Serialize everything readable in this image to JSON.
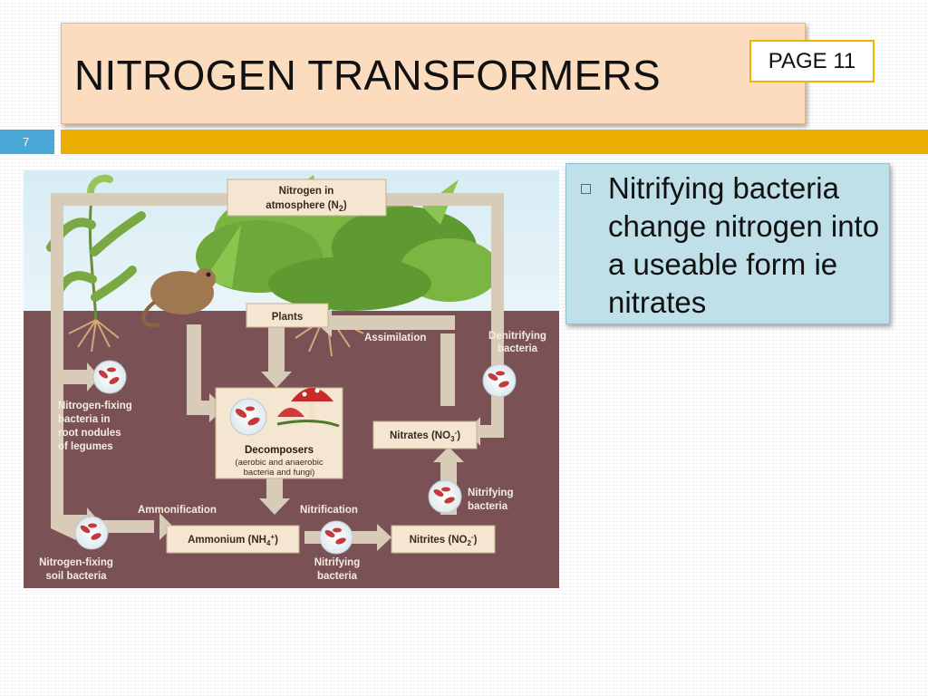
{
  "slide": {
    "title": "NITROGEN TRANSFORMERS",
    "page_badge": "PAGE 11",
    "slide_number": "7",
    "colors": {
      "title_bg": "#fcdcbf",
      "accent_bar": "#ebad00",
      "number_box": "#4aa8d6",
      "text_box_bg": "#bfdfe9",
      "soil": "#7a5256",
      "label_box": "#f4e6d0",
      "arrow": "#d8cbb8"
    }
  },
  "diagram": {
    "labels": {
      "n2_line1": "Nitrogen in",
      "n2_line2_prefix": "atmosphere (N",
      "n2_sub": "2",
      "n2_suffix": ")",
      "plants": "Plants",
      "assimilation": "Assimilation",
      "denitrifying_1": "Denitrifying",
      "denitrifying_2": "bacteria",
      "nfix_root_1": "Nitrogen-fixing",
      "nfix_root_2": "bacteria in",
      "nfix_root_3": "root nodules",
      "nfix_root_4": "of legumes",
      "decomposers": "Decomposers",
      "decomposers_sub1": "(aerobic and anaerobic",
      "decomposers_sub2": "bacteria and fungi)",
      "nitrates_prefix": "Nitrates (NO",
      "nitrates_sub": "3",
      "nitrates_sup": "-",
      "nitrates_suffix": ")",
      "nitrifying_upper_1": "Nitrifying",
      "nitrifying_upper_2": "bacteria",
      "ammonification": "Ammonification",
      "nitrification": "Nitrification",
      "ammonium_prefix": "Ammonium (NH",
      "ammonium_sub": "4",
      "ammonium_sup": "+",
      "ammonium_suffix": ")",
      "nitrites_prefix": "Nitrites (NO",
      "nitrites_sub": "2",
      "nitrites_sup": "-",
      "nitrites_suffix": ")",
      "nfix_soil_1": "Nitrogen-fixing",
      "nfix_soil_2": "soil bacteria",
      "nitrifying_lower_1": "Nitrifying",
      "nitrifying_lower_2": "bacteria"
    }
  },
  "content": {
    "bullet_text": "Nitrifying bacteria change nitrogen into a useable form ie nitrates"
  }
}
